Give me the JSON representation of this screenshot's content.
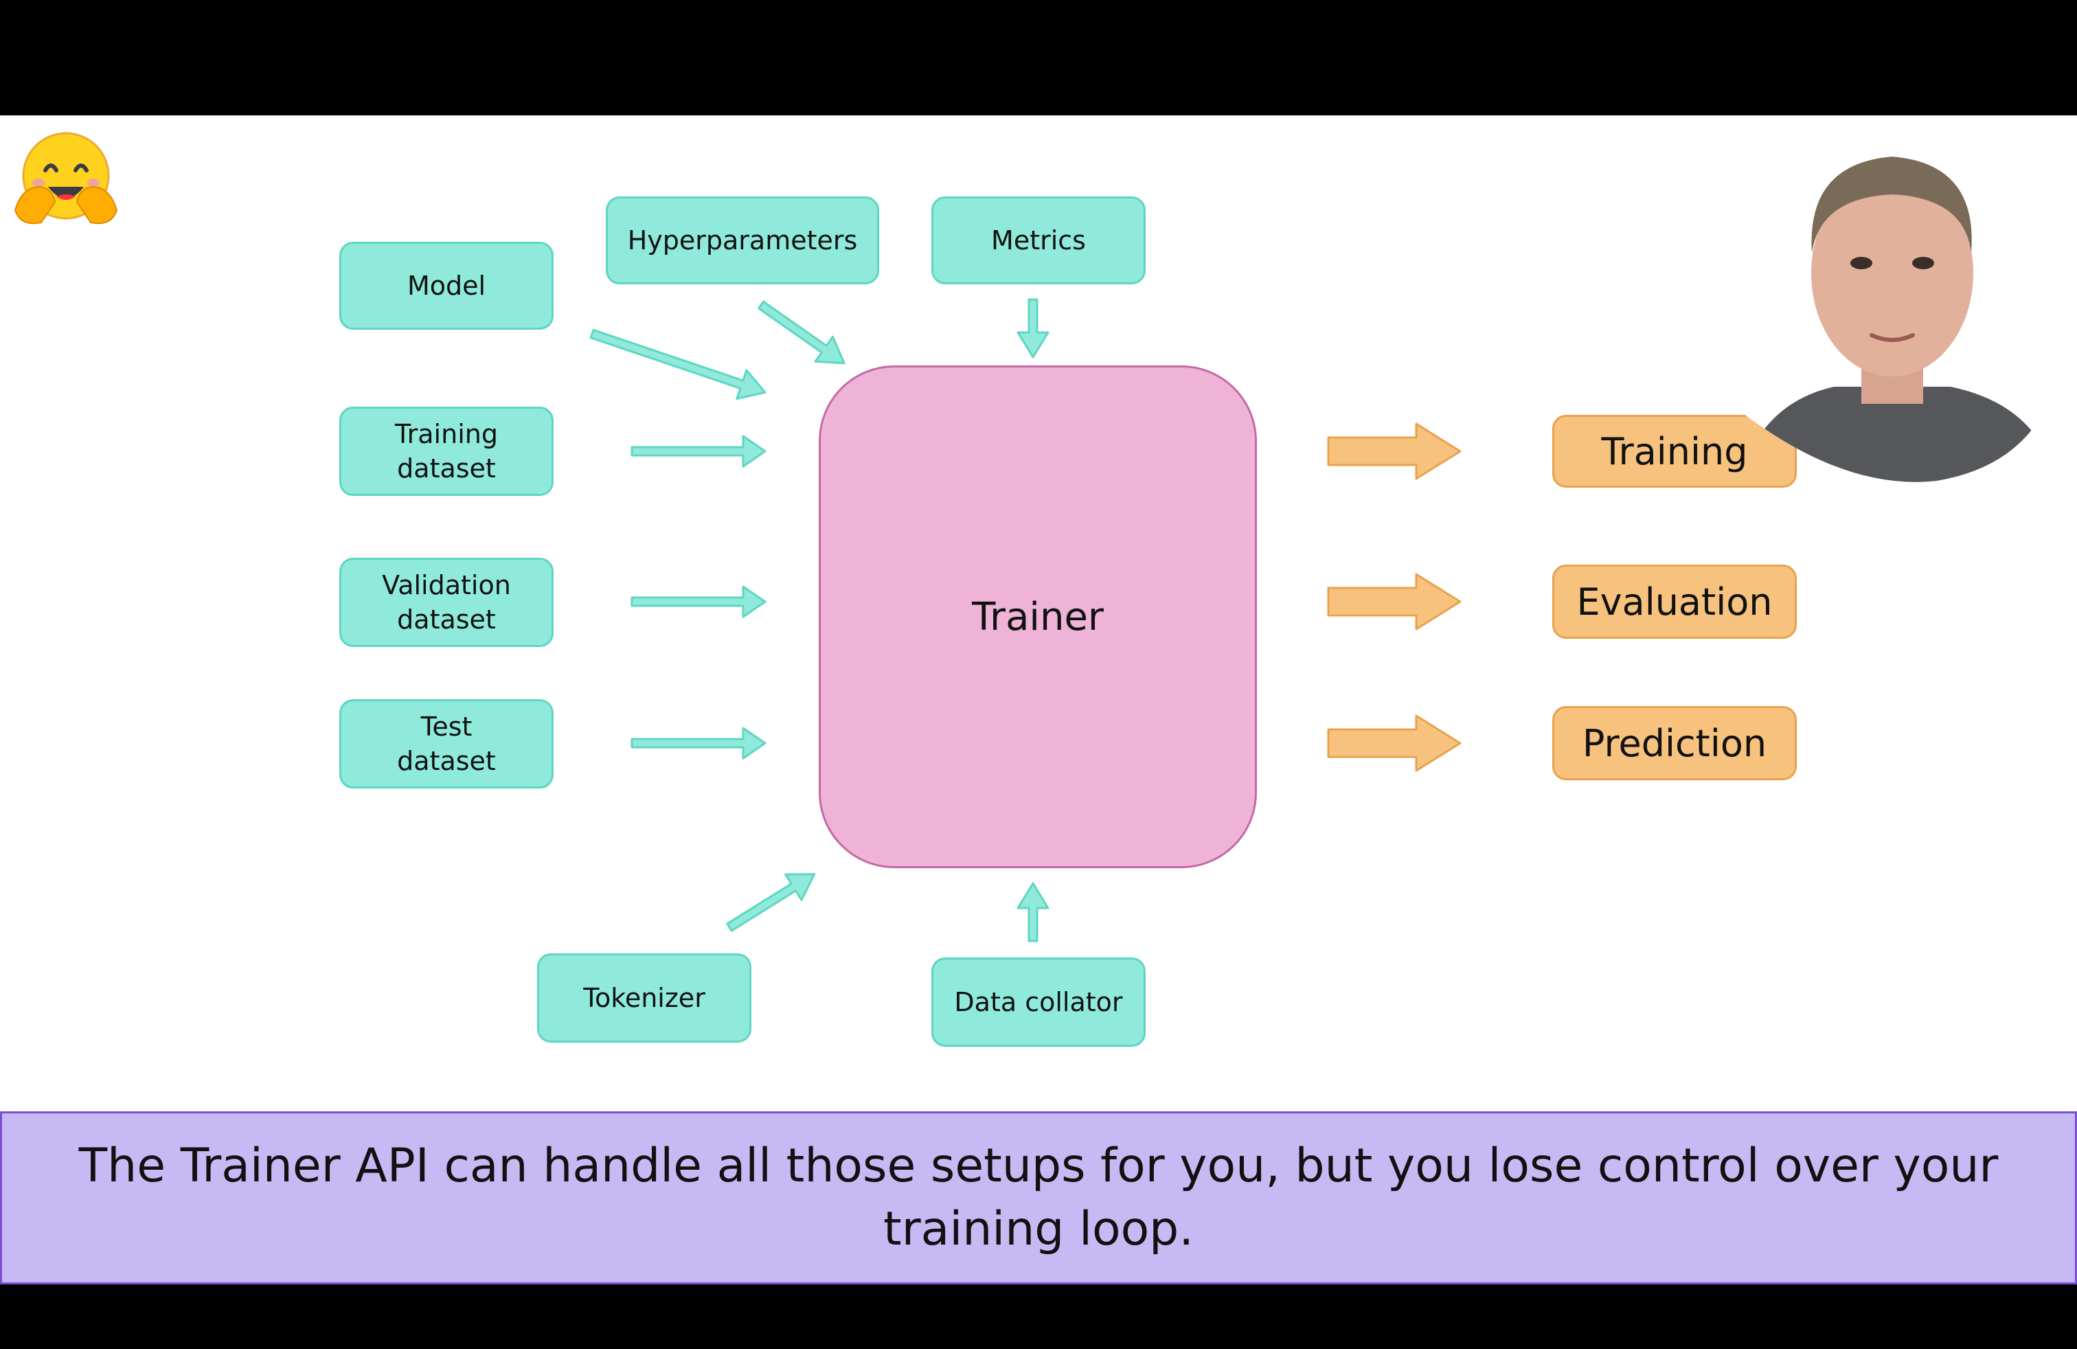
{
  "inputs": {
    "model": "Model",
    "hyperparameters": "Hyperparameters",
    "metrics": "Metrics",
    "training_dataset": "Training\ndataset",
    "validation_dataset": "Validation\ndataset",
    "test_dataset": "Test\ndataset",
    "tokenizer": "Tokenizer",
    "data_collator": "Data collator"
  },
  "center": {
    "trainer": "Trainer"
  },
  "outputs": {
    "training": "Training",
    "evaluation": "Evaluation",
    "prediction": "Prediction"
  },
  "caption": "The Trainer API can handle all those setups for you, but you lose control over your training loop.",
  "colors": {
    "input_box": "#8feadb",
    "trainer_box": "#eeb3d6",
    "output_box": "#f7c27d",
    "caption_bg": "#c7b9f4"
  },
  "icons": {
    "logo": "hugging-face-emoji-icon",
    "presenter": "presenter-webcam"
  }
}
